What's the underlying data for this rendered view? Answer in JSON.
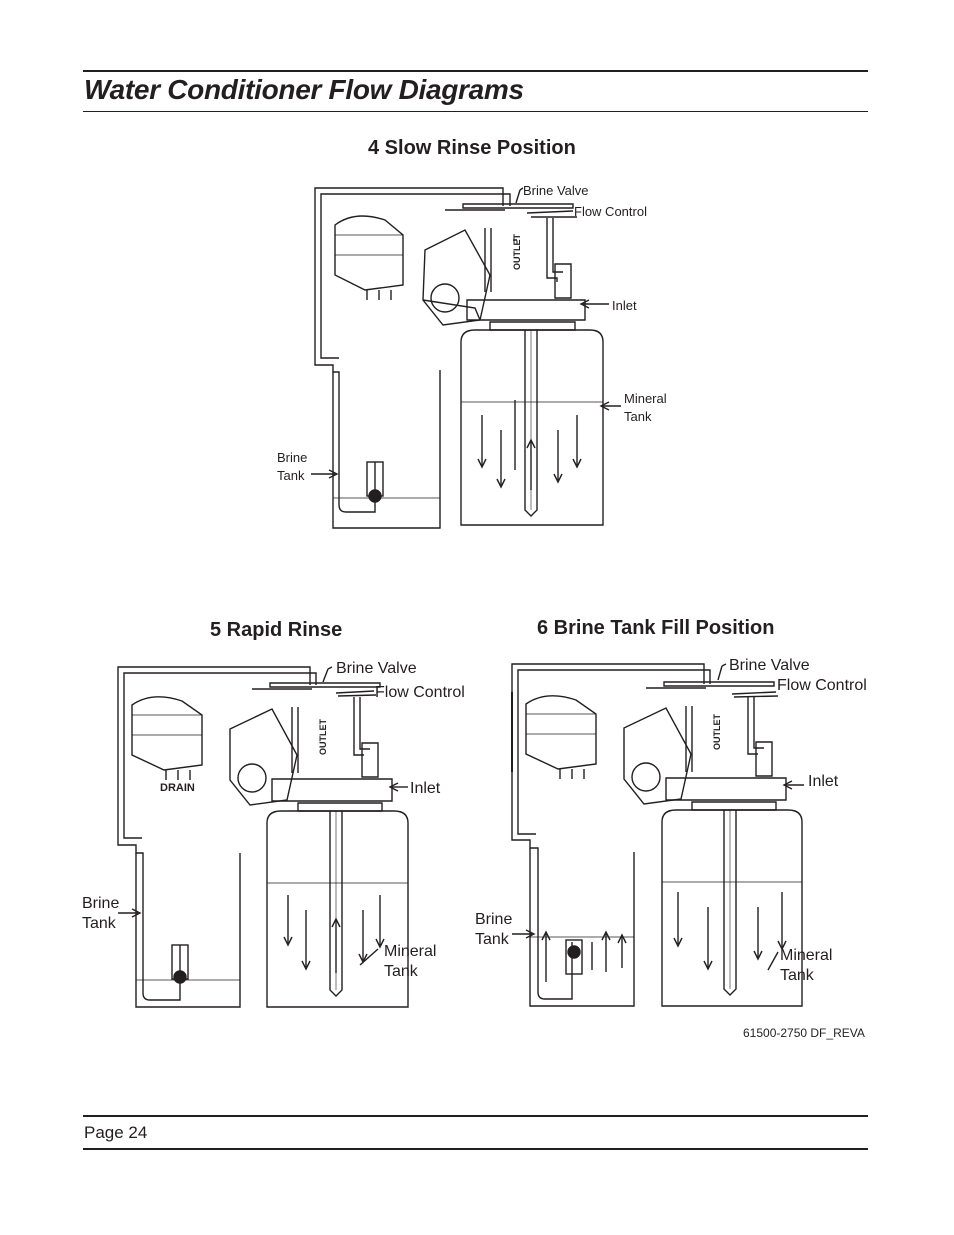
{
  "header": {
    "title": "Water Conditioner Flow Diagrams"
  },
  "diagrams": [
    {
      "title": "4 Slow Rinse Position",
      "labels": {
        "brine_valve": "Brine Valve",
        "flow_control": "Flow Control",
        "inlet": "Inlet",
        "outlet": "OUTLET",
        "mineral_tank": [
          "Mineral",
          "Tank"
        ],
        "brine_tank": [
          "Brine",
          "Tank"
        ]
      }
    },
    {
      "title": "5 Rapid Rinse",
      "labels": {
        "brine_valve": "Brine Valve",
        "flow_control": "Flow Control",
        "inlet": "Inlet",
        "outlet": "OUTLET",
        "drain": "DRAIN",
        "mineral_tank": [
          "Mineral",
          "Tank"
        ],
        "brine_tank": [
          "Brine",
          "Tank"
        ]
      }
    },
    {
      "title": "6 Brine Tank Fill Position",
      "labels": {
        "brine_valve": "Brine Valve",
        "flow_control": "Flow Control",
        "inlet": "Inlet",
        "outlet": "OUTLET",
        "mineral_tank": [
          "Mineral",
          "Tank"
        ],
        "brine_tank": [
          "Brine",
          "Tank"
        ]
      }
    }
  ],
  "footer": {
    "doc_code": "61500-2750 DF_REVA",
    "page": "Page 24"
  }
}
